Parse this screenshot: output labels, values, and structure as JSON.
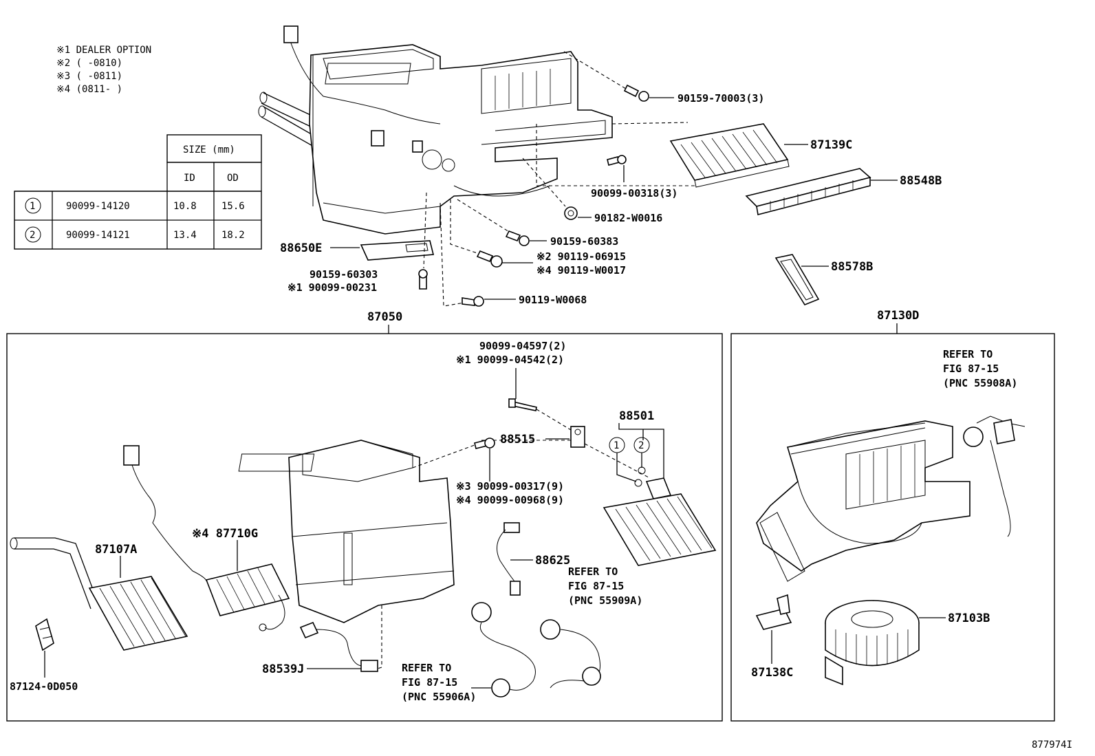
{
  "notes": [
    "※1 DEALER OPTION",
    "※2 (     -0810)",
    "※3 (     -0811)",
    "※4 (0811-     )"
  ],
  "size_table": {
    "header": "SIZE (mm)",
    "col_id": "ID",
    "col_od": "OD",
    "rows": [
      {
        "mark": "1",
        "part": "90099-14120",
        "id": "10.8",
        "od": "15.6"
      },
      {
        "mark": "2",
        "part": "90099-14121",
        "id": "13.4",
        "od": "18.2"
      }
    ]
  },
  "labels": {
    "p90159_70003": "90159-70003(3)",
    "p87139C": "87139C",
    "p88548B": "88548B",
    "p90099_00318": "90099-00318(3)",
    "p90182_W0016": "90182-W0016",
    "p90159_60383": "90159-60383",
    "p90119_06915": "※2 90119-06915",
    "p90119_W0017": "※4 90119-W0017",
    "p90119_W0068": "90119-W0068",
    "p88650E": "88650E",
    "p90159_60303": "90159-60303",
    "p90099_00231": "※1 90099-00231",
    "p88578B": "88578B",
    "p87050": "87050",
    "p87130D": "87130D",
    "p90099_04597": "90099-04597(2)",
    "p90099_04542": "※1 90099-04542(2)",
    "p88515": "88515",
    "p88501": "88501",
    "p90099_00317": "※3 90099-00317(9)",
    "p90099_00968": "※4 90099-00968(9)",
    "p87710G": "※4 87710G",
    "p87107A": "87107A",
    "p88625": "88625",
    "p87124": "87124-0D050",
    "p88539J": "88539J",
    "p87103B": "87103B",
    "p87138C": "87138C",
    "footer_id": "877974I"
  },
  "refer_notes": {
    "r55909A": [
      "REFER TO",
      "FIG 87-15",
      "(PNC 55909A)"
    ],
    "r55906A": [
      "REFER TO",
      "FIG 87-15",
      "(PNC 55906A)"
    ],
    "r55908A": [
      "REFER TO",
      "FIG 87-15",
      "(PNC 55908A)"
    ]
  },
  "circle_marks": {
    "one": "1",
    "two": "2"
  }
}
